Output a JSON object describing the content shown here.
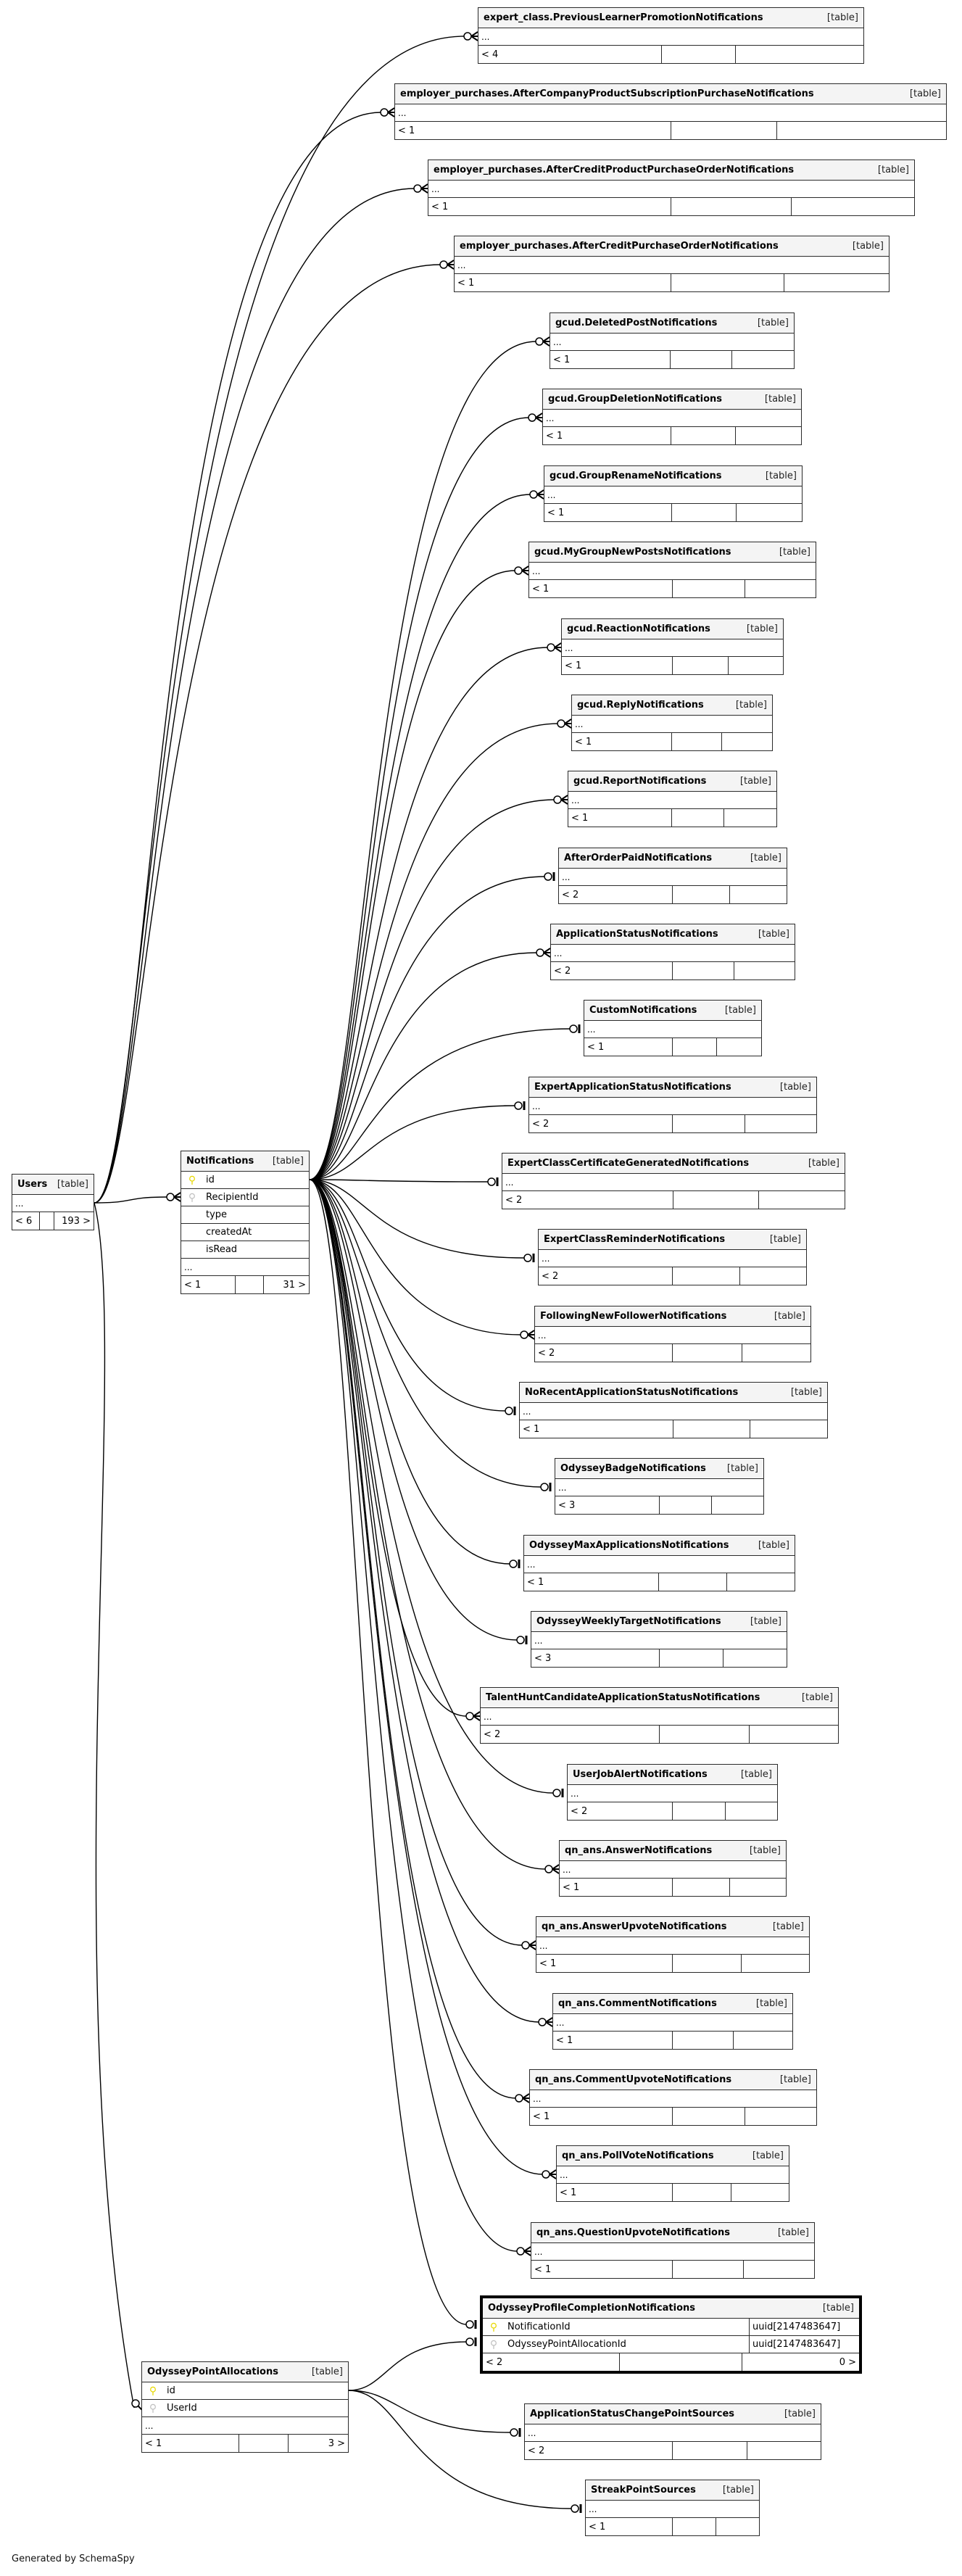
{
  "diagram": {
    "generator": "Generated by SchemaSpy",
    "table_kind_label": "[table]",
    "ellipsis": "..."
  },
  "tables": {
    "users": {
      "name": "Users",
      "kind": "[table]",
      "ellipsis": "...",
      "parents": "< 6",
      "children": "193 >"
    },
    "notifications": {
      "name": "Notifications",
      "kind": "[table]",
      "columns": [
        {
          "name": "id",
          "key": "pk"
        },
        {
          "name": "RecipientId",
          "key": "fk"
        },
        {
          "name": "type",
          "key": ""
        },
        {
          "name": "createdAt",
          "key": ""
        },
        {
          "name": "isRead",
          "key": ""
        }
      ],
      "ellipsis": "...",
      "parents": "< 1",
      "children": "31 >"
    },
    "odysseyPointAllocations": {
      "name": "OdysseyPointAllocations",
      "kind": "[table]",
      "columns": [
        {
          "name": "id",
          "key": "pk"
        },
        {
          "name": "UserId",
          "key": "fk"
        }
      ],
      "ellipsis": "...",
      "parents": "< 1",
      "children": "3 >"
    },
    "odysseyProfileCompletion": {
      "name": "OdysseyProfileCompletionNotifications",
      "kind": "[table]",
      "columns": [
        {
          "name": "NotificationId",
          "key": "pk",
          "type": "uuid[2147483647]"
        },
        {
          "name": "OdysseyPointAllocationId",
          "key": "fk",
          "type": "uuid[2147483647]"
        }
      ],
      "parents": "< 2",
      "children": "0 >"
    }
  },
  "child_tables": [
    {
      "name": "expert_class.PreviousLearnerPromotionNotifications",
      "kind": "[table]",
      "ellipsis": "...",
      "parents": "< 4",
      "cardinality": "many",
      "parent": "users"
    },
    {
      "name": "employer_purchases.AfterCompanyProductSubscriptionPurchaseNotifications",
      "kind": "[table]",
      "ellipsis": "...",
      "parents": "< 1",
      "cardinality": "many",
      "parent": "users"
    },
    {
      "name": "employer_purchases.AfterCreditProductPurchaseOrderNotifications",
      "kind": "[table]",
      "ellipsis": "...",
      "parents": "< 1",
      "cardinality": "many",
      "parent": "users"
    },
    {
      "name": "employer_purchases.AfterCreditPurchaseOrderNotifications",
      "kind": "[table]",
      "ellipsis": "...",
      "parents": "< 1",
      "cardinality": "many",
      "parent": "users"
    },
    {
      "name": "gcud.DeletedPostNotifications",
      "kind": "[table]",
      "ellipsis": "...",
      "parents": "< 1",
      "cardinality": "many",
      "parent": "notifications"
    },
    {
      "name": "gcud.GroupDeletionNotifications",
      "kind": "[table]",
      "ellipsis": "...",
      "parents": "< 1",
      "cardinality": "many",
      "parent": "notifications"
    },
    {
      "name": "gcud.GroupRenameNotifications",
      "kind": "[table]",
      "ellipsis": "...",
      "parents": "< 1",
      "cardinality": "many",
      "parent": "notifications"
    },
    {
      "name": "gcud.MyGroupNewPostsNotifications",
      "kind": "[table]",
      "ellipsis": "...",
      "parents": "< 1",
      "cardinality": "many",
      "parent": "notifications"
    },
    {
      "name": "gcud.ReactionNotifications",
      "kind": "[table]",
      "ellipsis": "...",
      "parents": "< 1",
      "cardinality": "many",
      "parent": "notifications"
    },
    {
      "name": "gcud.ReplyNotifications",
      "kind": "[table]",
      "ellipsis": "...",
      "parents": "< 1",
      "cardinality": "many",
      "parent": "notifications"
    },
    {
      "name": "gcud.ReportNotifications",
      "kind": "[table]",
      "ellipsis": "...",
      "parents": "< 1",
      "cardinality": "many",
      "parent": "notifications"
    },
    {
      "name": "AfterOrderPaidNotifications",
      "kind": "[table]",
      "ellipsis": "...",
      "parents": "< 2",
      "cardinality": "one",
      "parent": "notifications"
    },
    {
      "name": "ApplicationStatusNotifications",
      "kind": "[table]",
      "ellipsis": "...",
      "parents": "< 2",
      "cardinality": "many",
      "parent": "notifications"
    },
    {
      "name": "CustomNotifications",
      "kind": "[table]",
      "ellipsis": "...",
      "parents": "< 1",
      "cardinality": "one",
      "parent": "notifications"
    },
    {
      "name": "ExpertApplicationStatusNotifications",
      "kind": "[table]",
      "ellipsis": "...",
      "parents": "< 2",
      "cardinality": "one",
      "parent": "notifications"
    },
    {
      "name": "ExpertClassCertificateGeneratedNotifications",
      "kind": "[table]",
      "ellipsis": "...",
      "parents": "< 2",
      "cardinality": "one",
      "parent": "notifications"
    },
    {
      "name": "ExpertClassReminderNotifications",
      "kind": "[table]",
      "ellipsis": "...",
      "parents": "< 2",
      "cardinality": "one",
      "parent": "notifications"
    },
    {
      "name": "FollowingNewFollowerNotifications",
      "kind": "[table]",
      "ellipsis": "...",
      "parents": "< 2",
      "cardinality": "many",
      "parent": "notifications"
    },
    {
      "name": "NoRecentApplicationStatusNotifications",
      "kind": "[table]",
      "ellipsis": "...",
      "parents": "< 1",
      "cardinality": "one",
      "parent": "notifications"
    },
    {
      "name": "OdysseyBadgeNotifications",
      "kind": "[table]",
      "ellipsis": "...",
      "parents": "< 3",
      "cardinality": "one",
      "parent": "notifications"
    },
    {
      "name": "OdysseyMaxApplicationsNotifications",
      "kind": "[table]",
      "ellipsis": "...",
      "parents": "< 1",
      "cardinality": "one",
      "parent": "notifications"
    },
    {
      "name": "OdysseyWeeklyTargetNotifications",
      "kind": "[table]",
      "ellipsis": "...",
      "parents": "< 3",
      "cardinality": "one",
      "parent": "notifications"
    },
    {
      "name": "TalentHuntCandidateApplicationStatusNotifications",
      "kind": "[table]",
      "ellipsis": "...",
      "parents": "< 2",
      "cardinality": "many",
      "parent": "notifications"
    },
    {
      "name": "UserJobAlertNotifications",
      "kind": "[table]",
      "ellipsis": "...",
      "parents": "< 2",
      "cardinality": "one",
      "parent": "notifications"
    },
    {
      "name": "qn_ans.AnswerNotifications",
      "kind": "[table]",
      "ellipsis": "...",
      "parents": "< 1",
      "cardinality": "many",
      "parent": "notifications"
    },
    {
      "name": "qn_ans.AnswerUpvoteNotifications",
      "kind": "[table]",
      "ellipsis": "...",
      "parents": "< 1",
      "cardinality": "many",
      "parent": "notifications"
    },
    {
      "name": "qn_ans.CommentNotifications",
      "kind": "[table]",
      "ellipsis": "...",
      "parents": "< 1",
      "cardinality": "many",
      "parent": "notifications"
    },
    {
      "name": "qn_ans.CommentUpvoteNotifications",
      "kind": "[table]",
      "ellipsis": "...",
      "parents": "< 1",
      "cardinality": "many",
      "parent": "notifications"
    },
    {
      "name": "qn_ans.PollVoteNotifications",
      "kind": "[table]",
      "ellipsis": "...",
      "parents": "< 1",
      "cardinality": "many",
      "parent": "notifications"
    },
    {
      "name": "qn_ans.QuestionUpvoteNotifications",
      "kind": "[table]",
      "ellipsis": "...",
      "parents": "< 1",
      "cardinality": "many",
      "parent": "notifications"
    },
    {
      "name": "ApplicationStatusChangePointSources",
      "kind": "[table]",
      "ellipsis": "...",
      "parents": "< 2",
      "cardinality": "one",
      "parent": "odysseyPointAllocations"
    },
    {
      "name": "StreakPointSources",
      "kind": "[table]",
      "ellipsis": "...",
      "parents": "< 1",
      "cardinality": "one",
      "parent": "odysseyPointAllocations"
    }
  ],
  "colors": {
    "primary_key": "#e8d800",
    "foreign_key": "#c0c0c0",
    "header_bg": "#f4f4f4",
    "border": "#2b2b2b"
  }
}
